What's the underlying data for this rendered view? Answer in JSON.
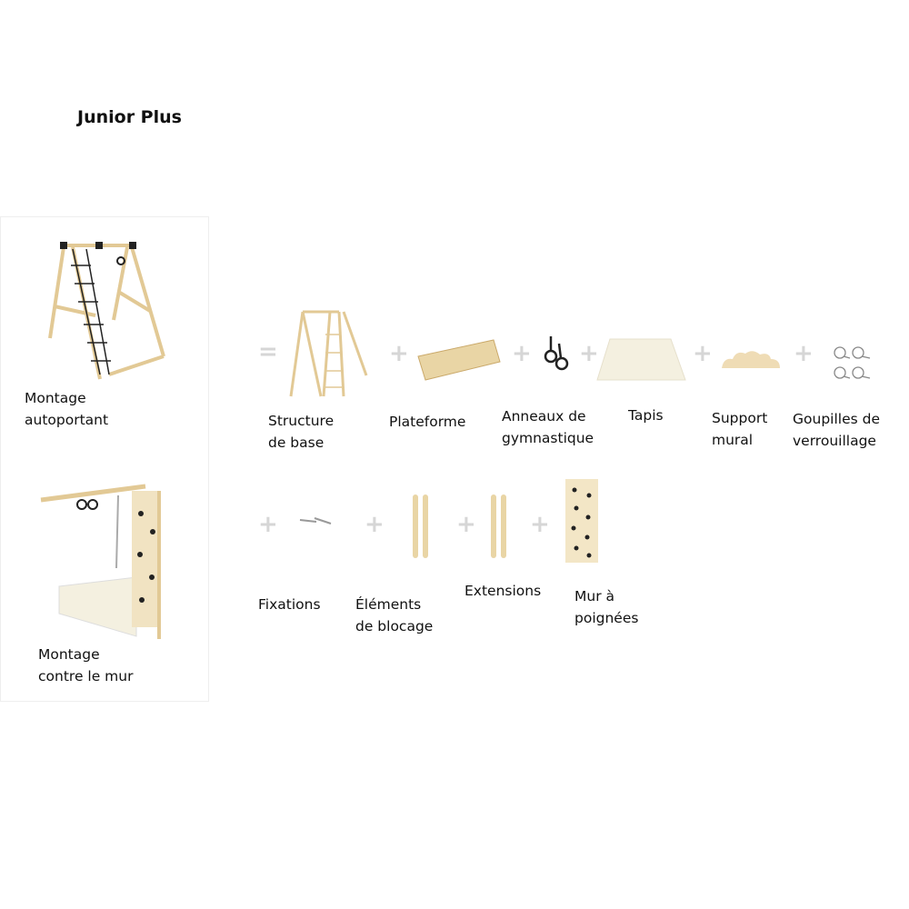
{
  "title": "Junior Plus",
  "configurations": [
    {
      "label": "Montage\nautoportant"
    },
    {
      "label": "Montage\ncontre le mur"
    }
  ],
  "operators": {
    "equals": "=",
    "plus": "+"
  },
  "components_row1": [
    {
      "label": "Structure\nde base"
    },
    {
      "label": "Plateforme"
    },
    {
      "label": "Anneaux de\ngymnastique"
    },
    {
      "label": "Tapis"
    },
    {
      "label": "Support\nmural"
    },
    {
      "label": "Goupilles de\nverrouillage"
    }
  ],
  "components_row2": [
    {
      "label": "Fixations"
    },
    {
      "label": "Éléments\nde blocage"
    },
    {
      "label": "Extensions"
    },
    {
      "label": "Mur à\npoignées"
    }
  ],
  "colors": {
    "wood": "#e8d3a6",
    "mat": "#f4f0e0",
    "plus": "#d6d6d6"
  }
}
